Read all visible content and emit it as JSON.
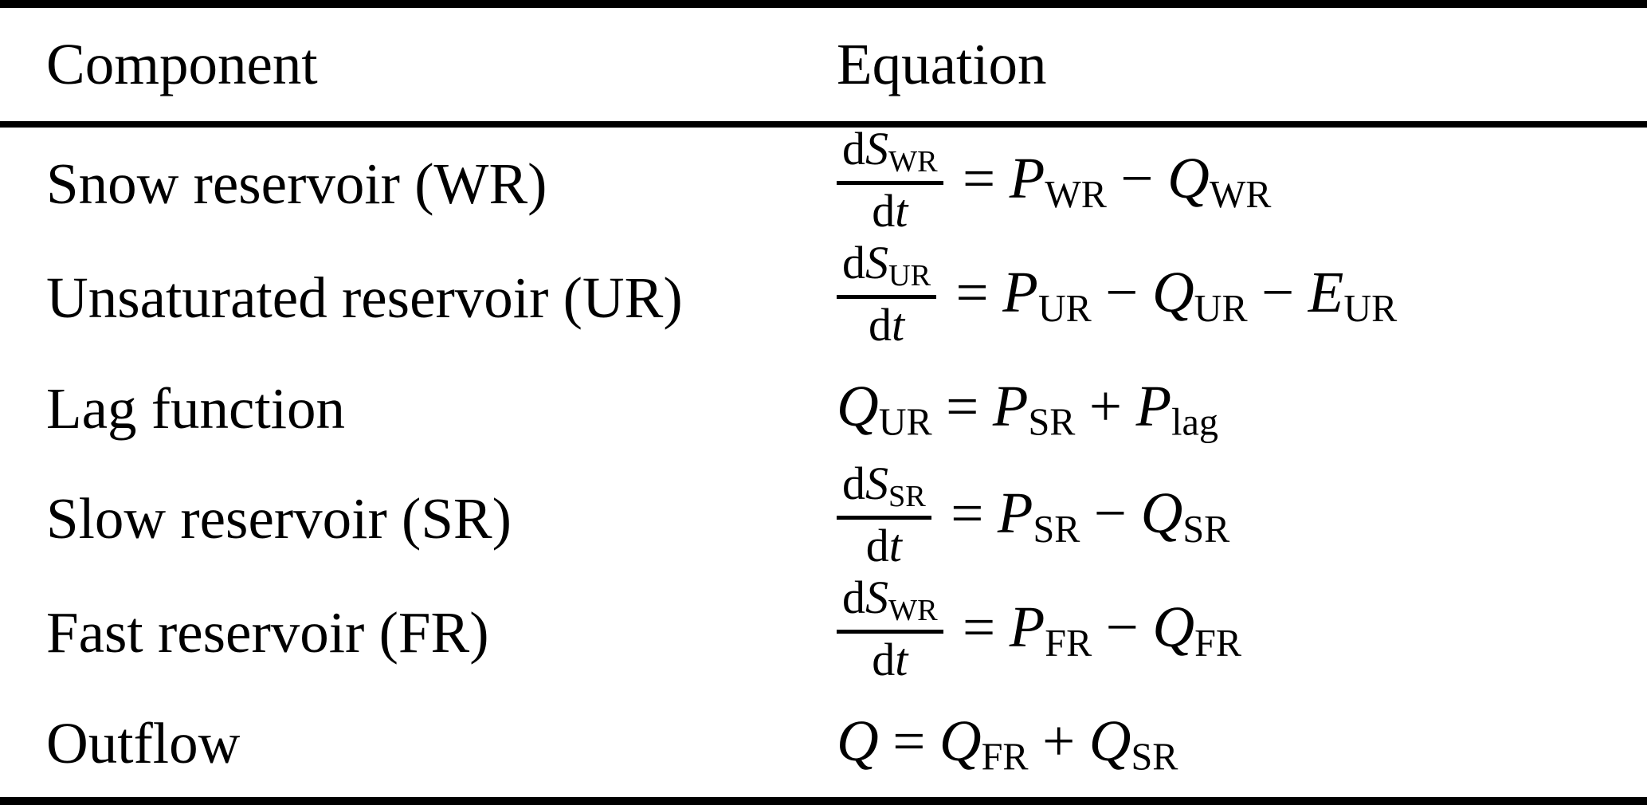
{
  "colors": {
    "background": "#ffffff",
    "text": "#000000",
    "rule": "#000000"
  },
  "table": {
    "header": {
      "component": "Component",
      "equation": "Equation"
    },
    "rows": [
      {
        "component": "Snow reservoir (WR)",
        "equation_text": "dS_WR/dt = P_WR − Q_WR",
        "equation": [
          {
            "frac": {
              "num": [
                {
                  "t": "d",
                  "k": "rm"
                },
                {
                  "t": "S",
                  "k": "var"
                },
                {
                  "t": "WR",
                  "k": "sub"
                }
              ],
              "den": [
                {
                  "t": "d",
                  "k": "rm"
                },
                {
                  "t": "t",
                  "k": "var"
                }
              ]
            }
          },
          {
            "t": "=",
            "k": "op"
          },
          {
            "t": "P",
            "k": "var"
          },
          {
            "t": "WR",
            "k": "sub"
          },
          {
            "t": "−",
            "k": "op"
          },
          {
            "t": "Q",
            "k": "var"
          },
          {
            "t": "WR",
            "k": "sub"
          }
        ]
      },
      {
        "component": "Unsaturated reservoir (UR)",
        "equation_text": "dS_UR/dt = P_UR − Q_UR − E_UR",
        "equation": [
          {
            "frac": {
              "num": [
                {
                  "t": "d",
                  "k": "rm"
                },
                {
                  "t": "S",
                  "k": "var"
                },
                {
                  "t": "UR",
                  "k": "sub"
                }
              ],
              "den": [
                {
                  "t": "d",
                  "k": "rm"
                },
                {
                  "t": "t",
                  "k": "var"
                }
              ]
            }
          },
          {
            "t": "=",
            "k": "op"
          },
          {
            "t": "P",
            "k": "var"
          },
          {
            "t": "UR",
            "k": "sub"
          },
          {
            "t": "−",
            "k": "op"
          },
          {
            "t": "Q",
            "k": "var"
          },
          {
            "t": "UR",
            "k": "sub"
          },
          {
            "t": "−",
            "k": "op"
          },
          {
            "t": "E",
            "k": "var"
          },
          {
            "t": "UR",
            "k": "sub"
          }
        ]
      },
      {
        "component": "Lag function",
        "equation_text": "Q_UR = P_SR + P_lag",
        "equation": [
          {
            "t": "Q",
            "k": "var"
          },
          {
            "t": "UR",
            "k": "sub"
          },
          {
            "t": "=",
            "k": "op"
          },
          {
            "t": "P",
            "k": "var"
          },
          {
            "t": "SR",
            "k": "sub"
          },
          {
            "t": "+",
            "k": "op"
          },
          {
            "t": "P",
            "k": "var"
          },
          {
            "t": "lag",
            "k": "sub"
          }
        ]
      },
      {
        "component": "Slow reservoir (SR)",
        "equation_text": "dS_SR/dt = P_SR − Q_SR",
        "equation": [
          {
            "frac": {
              "num": [
                {
                  "t": "d",
                  "k": "rm"
                },
                {
                  "t": "S",
                  "k": "var"
                },
                {
                  "t": "SR",
                  "k": "sub"
                }
              ],
              "den": [
                {
                  "t": "d",
                  "k": "rm"
                },
                {
                  "t": "t",
                  "k": "var"
                }
              ]
            }
          },
          {
            "t": "=",
            "k": "op"
          },
          {
            "t": "P",
            "k": "var"
          },
          {
            "t": "SR",
            "k": "sub"
          },
          {
            "t": "−",
            "k": "op"
          },
          {
            "t": "Q",
            "k": "var"
          },
          {
            "t": "SR",
            "k": "sub"
          }
        ]
      },
      {
        "component": "Fast reservoir (FR)",
        "equation_text": "dS_WR/dt = P_FR − Q_FR",
        "equation": [
          {
            "frac": {
              "num": [
                {
                  "t": "d",
                  "k": "rm"
                },
                {
                  "t": "S",
                  "k": "var"
                },
                {
                  "t": "WR",
                  "k": "sub"
                }
              ],
              "den": [
                {
                  "t": "d",
                  "k": "rm"
                },
                {
                  "t": "t",
                  "k": "var"
                }
              ]
            }
          },
          {
            "t": "=",
            "k": "op"
          },
          {
            "t": "P",
            "k": "var"
          },
          {
            "t": "FR",
            "k": "sub"
          },
          {
            "t": "−",
            "k": "op"
          },
          {
            "t": "Q",
            "k": "var"
          },
          {
            "t": "FR",
            "k": "sub"
          }
        ]
      },
      {
        "component": "Outflow",
        "equation_text": "Q = Q_FR + Q_SR",
        "equation": [
          {
            "t": "Q",
            "k": "var"
          },
          {
            "t": "=",
            "k": "op"
          },
          {
            "t": "Q",
            "k": "var"
          },
          {
            "t": "FR",
            "k": "sub"
          },
          {
            "t": "+",
            "k": "op"
          },
          {
            "t": "Q",
            "k": "var"
          },
          {
            "t": "SR",
            "k": "sub"
          }
        ]
      }
    ]
  }
}
